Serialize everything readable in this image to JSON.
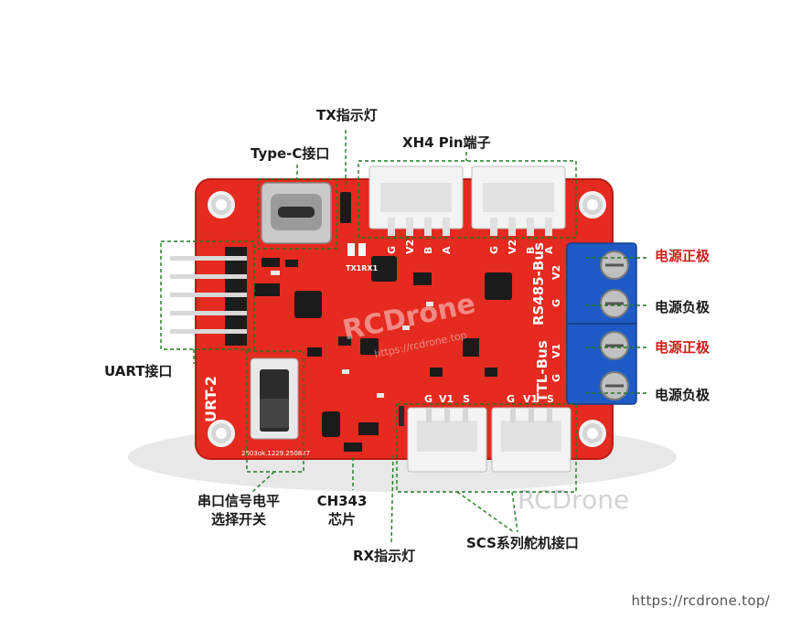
{
  "colors": {
    "pcb": "#e52a1f",
    "pcb_dark": "#b71c14",
    "connector_white": "#f4f4f4",
    "terminal_blue": "#1e5bc6",
    "label_red": "#d0201b",
    "leader_green": "#1f7a1f"
  },
  "callouts": {
    "tx_indicator": "TX指示灯",
    "typec_port": "Type-C接口",
    "xh4_terminal": "XH4 Pin端子",
    "uart_port": "UART接口",
    "power_pos_1": "电源正极",
    "power_neg_1": "电源负极",
    "power_pos_2": "电源正极",
    "power_neg_2": "电源负极",
    "level_switch_line1": "串口信号电平",
    "level_switch_line2": "选择开关",
    "ch343_line1": "CH343",
    "ch343_line2": "芯片",
    "rx_indicator": "RX指示灯",
    "scs_servo_port": "SCS系列舵机接口"
  },
  "board": {
    "bus_ttl": "TTL-Bus",
    "bus_rs485": "RS485-Bus",
    "edge_label": "URT-2",
    "pins_top_left": [
      "G",
      "V2",
      "B",
      "A"
    ],
    "pins_top_right": [
      "G",
      "V2",
      "B",
      "A"
    ],
    "pins_bottom_left": [
      "G",
      "V1",
      "S"
    ],
    "pins_bottom_right": [
      "G",
      "V1",
      "S"
    ],
    "pins_right_upper": [
      "V2",
      "G"
    ],
    "pins_right_lower": [
      "V1",
      "G"
    ],
    "silk_tx_rx": "TX1RX1",
    "silk_date": "2603ok.1229.250827"
  },
  "watermarks": {
    "board_mark": "RCDrone",
    "board_url": "https://rcdrone.top",
    "bottom_mark": "RCDrone"
  },
  "footer": {
    "url": "https://rcdrone.top/"
  }
}
